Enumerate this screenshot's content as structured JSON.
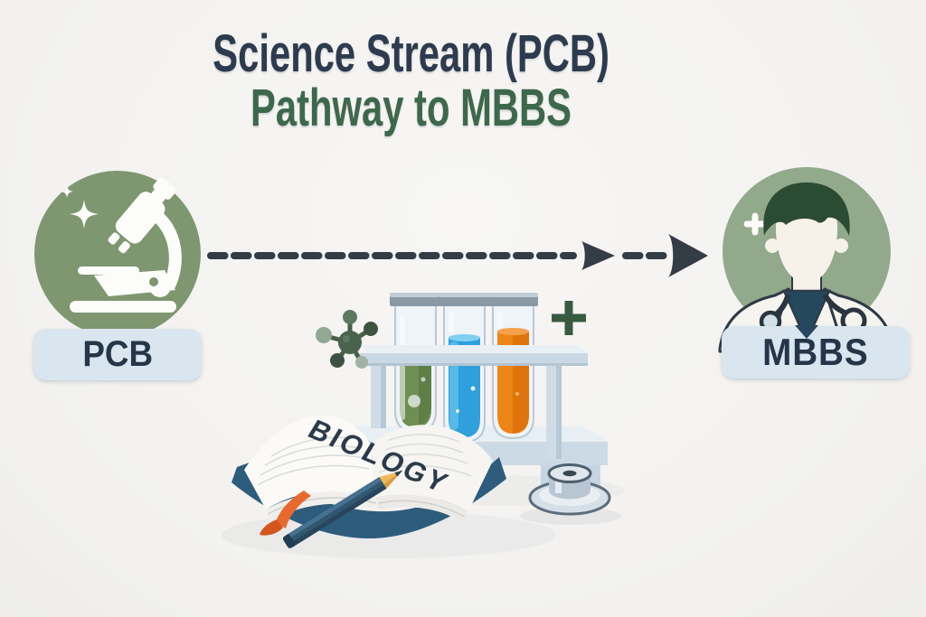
{
  "title": {
    "line1": "Science Stream (PCB)",
    "line2": "Pathway to MBBS"
  },
  "flow": {
    "start_node": {
      "label": "PCB",
      "icon": "microscope-icon"
    },
    "end_node": {
      "label": "MBBS",
      "icon": "doctor-icon"
    },
    "connector": {
      "style": "dashed-arrow",
      "direction": "left-to-right"
    }
  },
  "illustration": {
    "book_title": "BIOLOGY",
    "elements": [
      "molecule-icon",
      "test-tube-rack",
      "green-test-tube",
      "blue-test-tube",
      "orange-test-tube",
      "plus-sign",
      "open-book",
      "pencil",
      "ribbon-bookmark",
      "stethoscope"
    ]
  },
  "colors": {
    "background": "#f5f4f2",
    "title_primary": "#2d3b4e",
    "title_accent": "#3e684c",
    "circle_left": "#7e9770",
    "circle_right": "#92a98c",
    "label_bg": "#d9e6ef",
    "label_text": "#243648",
    "arrow": "#343c45",
    "liquid_green": "#6e8e54",
    "liquid_blue": "#2fa0dc",
    "liquid_orange": "#ee8517",
    "plus_green": "#3a5a40",
    "book_cover": "#2e5c7c"
  }
}
